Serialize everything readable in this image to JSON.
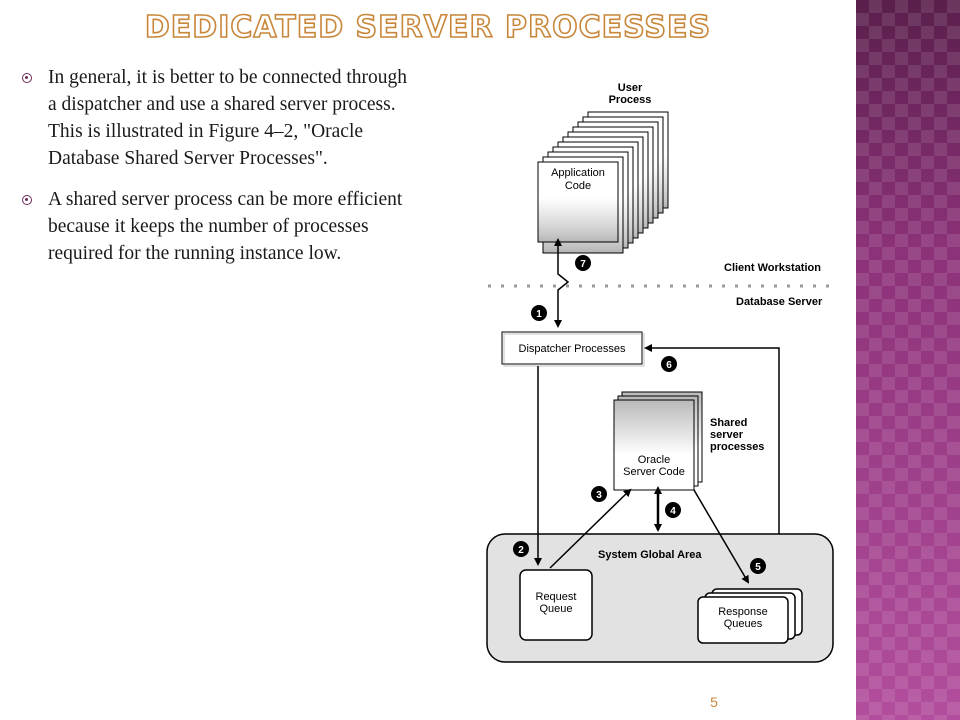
{
  "slide": {
    "title": "DEDICATED SERVER PROCESSES",
    "page_number": "5",
    "accent_color": "#c8873a",
    "panel_color": "#9b3a88"
  },
  "bullets": [
    {
      "text": "In general, it is better to be connected through a dispatcher and use a shared server process. This is illustrated in Figure 4–2, \"Oracle Database Shared Server Processes\"."
    },
    {
      "text": "A shared server process can be more efficient because it keeps the number of processes required for the running instance low."
    }
  ],
  "diagram": {
    "user_process_line1": "User",
    "user_process_line2": "Process",
    "application_code_line1": "Application",
    "application_code_line2": "Code",
    "client_workstation": "Client Workstation",
    "database_server": "Database Server",
    "dispatcher_processes": "Dispatcher Processes",
    "shared_server_line1": "Shared",
    "shared_server_line2": "server",
    "shared_server_line3": "processes",
    "oracle_code_line1": "Oracle",
    "oracle_code_line2": "Server Code",
    "sga": "System Global Area",
    "request_queue_line1": "Request",
    "request_queue_line2": "Queue",
    "response_queues_line1": "Response",
    "response_queues_line2": "Queues",
    "step_1": "1",
    "step_2": "2",
    "step_3": "3",
    "step_4": "4",
    "step_5": "5",
    "step_6": "6",
    "step_7": "7"
  }
}
